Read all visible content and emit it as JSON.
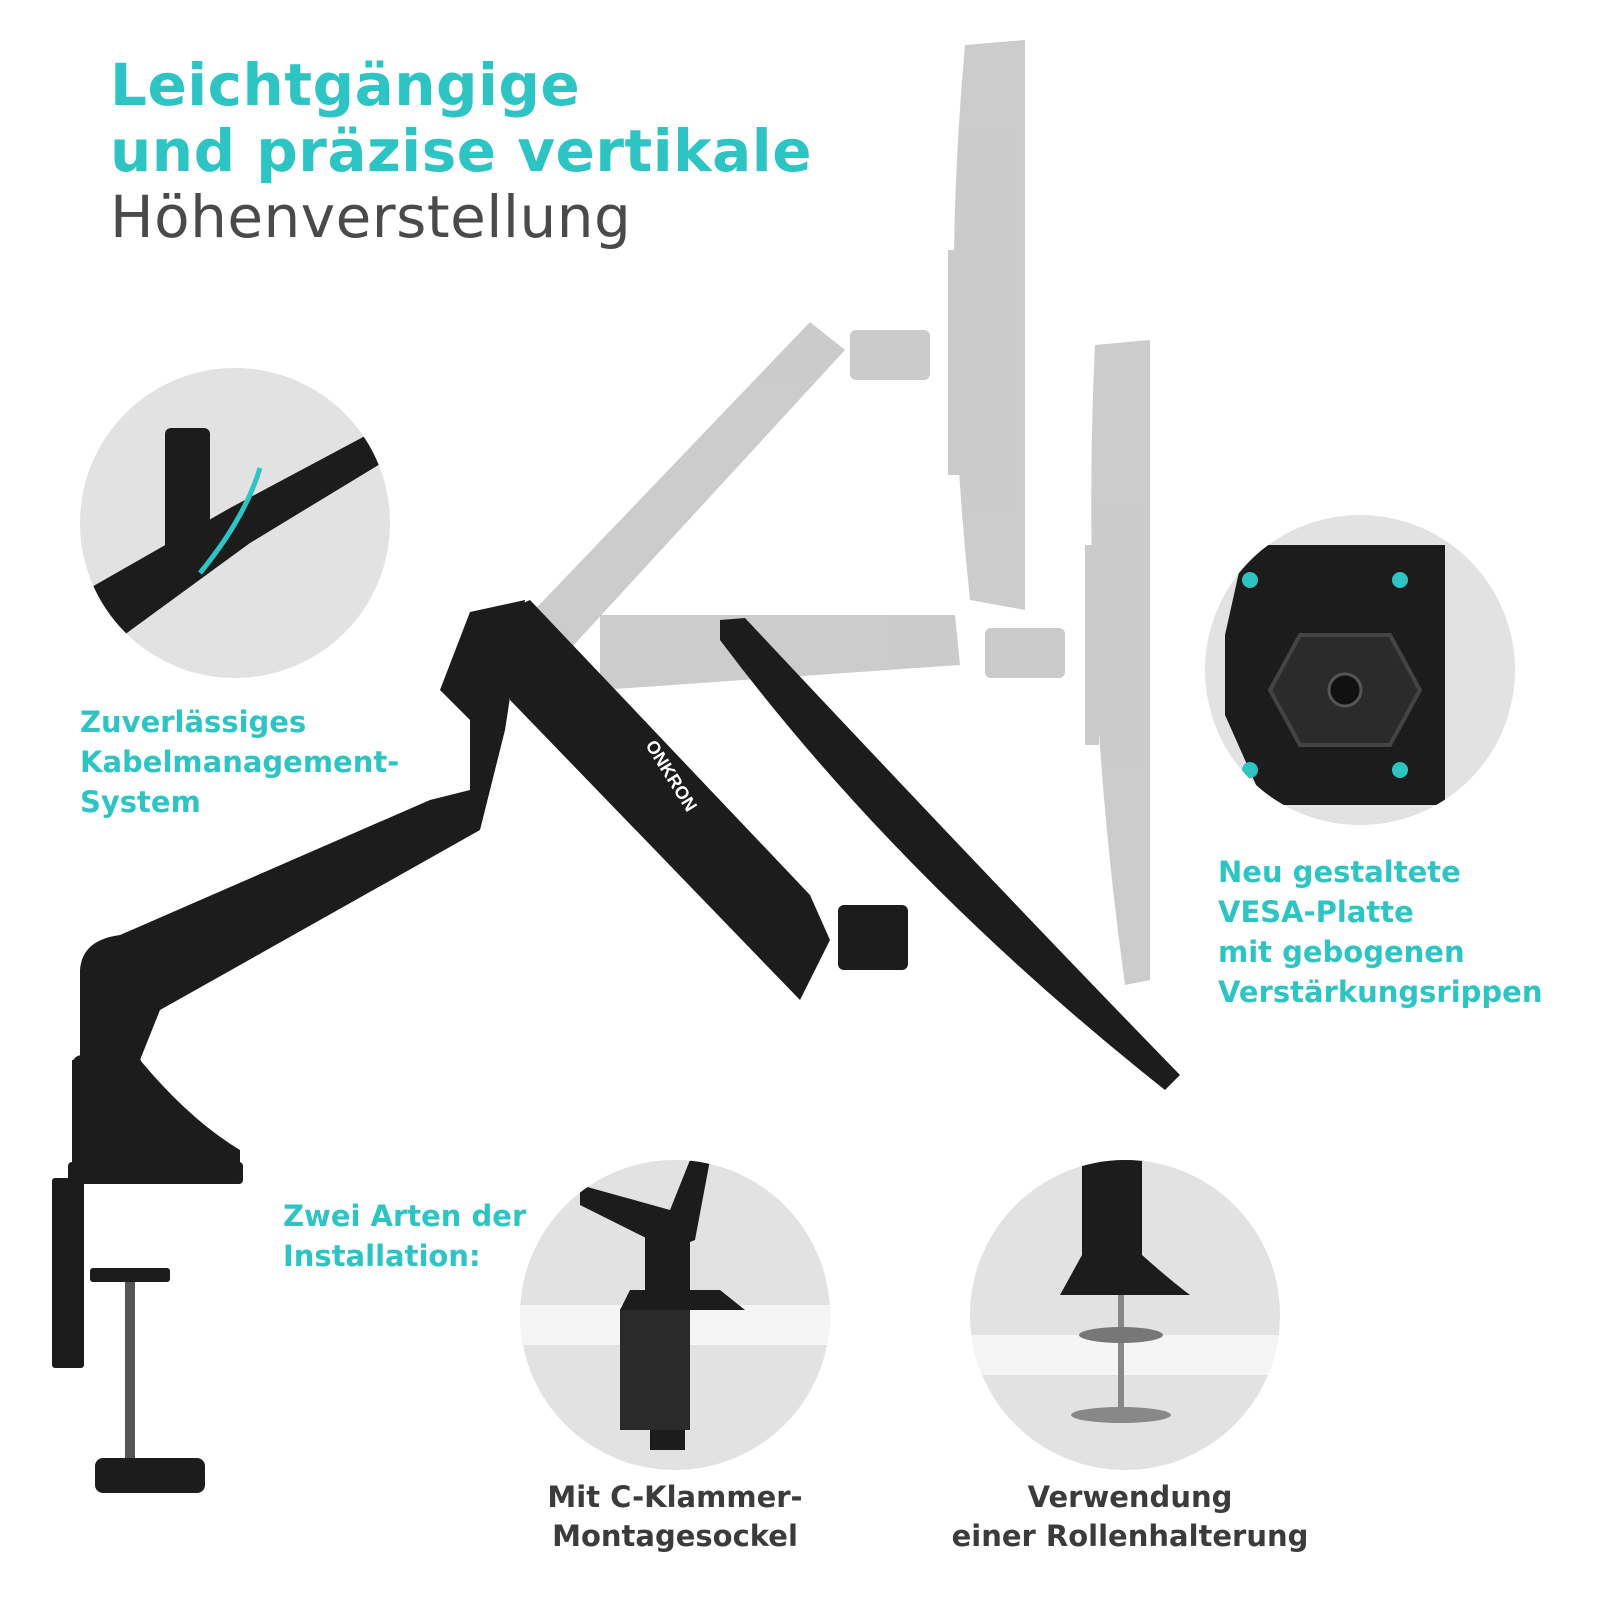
{
  "colors": {
    "accent": "#2ec4c4",
    "dark_text": "#3b3b3b",
    "arm": "#1c1c1c",
    "ghost": "#a8a8a8",
    "circle_bg": "#e2e2e2"
  },
  "title": {
    "line1": "Leichtgängige",
    "line2": "und präzise vertikale",
    "line3": "Höhenverstellung"
  },
  "features": {
    "cable": {
      "line1": "Zuverlässiges",
      "line2": "Kabelmanagement-",
      "line3": "System"
    },
    "vesa": {
      "line1": "Neu gestaltete",
      "line2": "VESA-Platte",
      "line3": "mit gebogenen",
      "line4": "Verstärkungsrippen"
    },
    "install": {
      "line1": "Zwei Arten der",
      "line2": "Installation:"
    }
  },
  "options": {
    "clamp": {
      "line1": "Mit C-Klammer-",
      "line2": "Montagesockel"
    },
    "grommet": {
      "line1": "Verwendung",
      "line2": "einer Rollenhalterung"
    }
  },
  "brand": {
    "logo_text": "ONKRON"
  },
  "icons": [
    "cable-management-detail",
    "vesa-plate-detail",
    "c-clamp-detail",
    "grommet-mount-detail"
  ]
}
